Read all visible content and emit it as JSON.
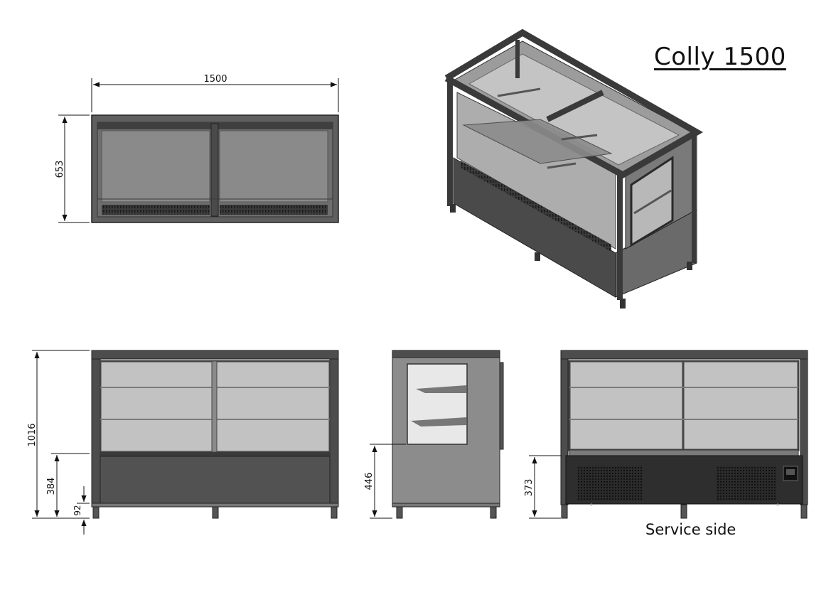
{
  "title": "Colly 1500",
  "service_side_label": "Service side",
  "dimensions": {
    "width": "1500",
    "depth": "653",
    "height_total": "1016",
    "height_glass_base": "384",
    "leg_height": "92",
    "side_height": "446",
    "service_height": "373"
  },
  "colors": {
    "body": "#4d4d4d",
    "frame_dark": "#3a3a3a",
    "glass": "#c2c2c2",
    "glass_top": "#8a8a8a",
    "side_panel": "#8c8c8c"
  }
}
